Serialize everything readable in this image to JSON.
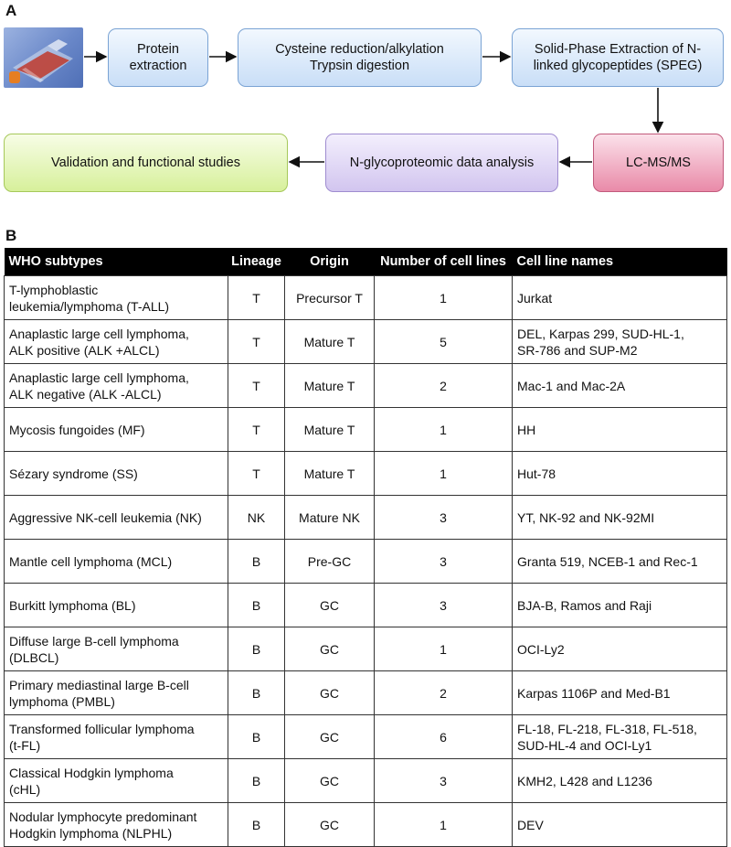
{
  "panel_a_label": "A",
  "panel_b_label": "B",
  "workflow": {
    "steps": [
      "Protein\nextraction",
      "Cysteine reduction/alkylation\nTrypsin digestion",
      "Solid-Phase Extraction of N-\nlinked glycopeptides (SPEG)",
      "LC-MS/MS",
      "N-glycoproteomic data analysis",
      "Validation and functional studies"
    ],
    "colors": {
      "blue": "#c9def7",
      "pink": "#e98aa8",
      "purple": "#d2c5ef",
      "green": "#d7f09b"
    }
  },
  "table": {
    "headers": [
      "WHO subtypes",
      "Lineage",
      "Origin",
      "Number of cell lines",
      "Cell line names"
    ],
    "rows": [
      [
        "T-lymphoblastic\nleukemia/lymphoma (T-ALL)",
        "T",
        "Precursor T",
        "1",
        "Jurkat"
      ],
      [
        "Anaplastic large cell lymphoma,\nALK positive (ALK +ALCL)",
        "T",
        "Mature T",
        "5",
        "DEL, Karpas 299, SUD-HL-1,\nSR-786 and SUP-M2"
      ],
      [
        "Anaplastic large cell lymphoma,\nALK negative (ALK -ALCL)",
        "T",
        "Mature T",
        "2",
        "Mac-1 and Mac-2A"
      ],
      [
        "Mycosis fungoides (MF)",
        "T",
        "Mature T",
        "1",
        "HH"
      ],
      [
        "Sézary syndrome (SS)",
        "T",
        "Mature T",
        "1",
        "Hut-78"
      ],
      [
        "Aggressive NK-cell leukemia (NK)",
        "NK",
        "Mature NK",
        "3",
        "YT, NK-92 and NK-92MI"
      ],
      [
        "Mantle cell lymphoma (MCL)",
        "B",
        "Pre-GC",
        "3",
        "Granta 519, NCEB-1 and Rec-1"
      ],
      [
        "Burkitt lymphoma (BL)",
        "B",
        "GC",
        "3",
        "BJA-B, Ramos and Raji"
      ],
      [
        "Diffuse large B-cell lymphoma\n(DLBCL)",
        "B",
        "GC",
        "1",
        "OCI-Ly2"
      ],
      [
        "Primary mediastinal large B-cell\nlymphoma (PMBL)",
        "B",
        "GC",
        "2",
        "Karpas 1106P and Med-B1"
      ],
      [
        "Transformed  follicular lymphoma\n(t-FL)",
        "B",
        "GC",
        "6",
        "FL-18, FL-218, FL-318, FL-518,\nSUD-HL-4 and OCI-Ly1"
      ],
      [
        "Classical Hodgkin lymphoma\n(cHL)",
        "B",
        "GC",
        "3",
        "KMH2, L428 and L1236"
      ],
      [
        "Nodular lymphocyte predominant\nHodgkin lymphoma (NLPHL)",
        "B",
        "GC",
        "1",
        "DEV"
      ]
    ]
  }
}
